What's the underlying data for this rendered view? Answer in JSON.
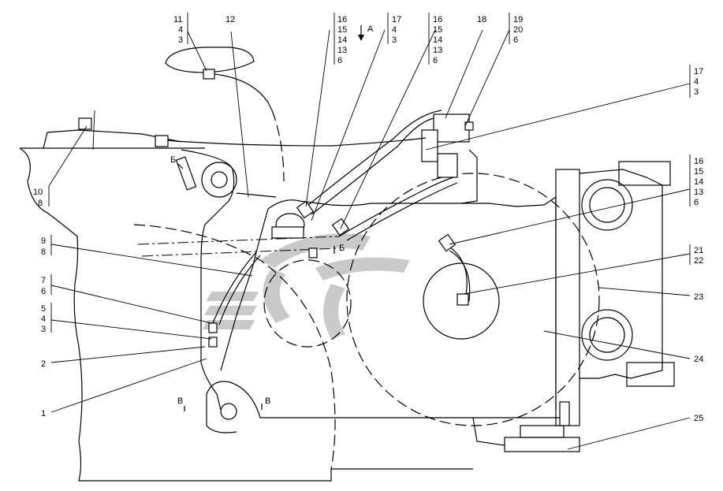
{
  "callouts": [
    {
      "id": "c-left-3",
      "lines": [
        "10",
        "8"
      ]
    },
    {
      "id": "c-left-2",
      "lines": [
        "9",
        "8"
      ]
    },
    {
      "id": "c-left-1",
      "lines": [
        "7",
        "6"
      ]
    },
    {
      "id": "c-left-0",
      "lines": [
        "5",
        "4",
        "3"
      ]
    },
    {
      "id": "c-left-4",
      "lines": [
        "2"
      ]
    },
    {
      "id": "c-left-5",
      "lines": [
        "1"
      ]
    },
    {
      "id": "c-top-0",
      "lines": [
        "11",
        "4",
        "3"
      ]
    },
    {
      "id": "c-top-1",
      "lines": [
        "12"
      ]
    },
    {
      "id": "c-top-2",
      "lines": [
        "16",
        "15",
        "14",
        "13",
        "6"
      ]
    },
    {
      "id": "c-top-3",
      "lines": [
        "17",
        "4",
        "3"
      ]
    },
    {
      "id": "c-top-4",
      "lines": [
        "16",
        "15",
        "14",
        "13",
        "6"
      ]
    },
    {
      "id": "c-top-5",
      "lines": [
        "18"
      ]
    },
    {
      "id": "c-top-6",
      "lines": [
        "19",
        "20",
        "6"
      ]
    },
    {
      "id": "c-right-0",
      "lines": [
        "17",
        "4",
        "3"
      ]
    },
    {
      "id": "c-right-1",
      "lines": [
        "16",
        "15",
        "14",
        "13",
        "6"
      ]
    },
    {
      "id": "c-right-2",
      "lines": [
        "21",
        "22"
      ]
    },
    {
      "id": "c-right-3",
      "lines": [
        "23"
      ]
    },
    {
      "id": "c-right-4",
      "lines": [
        "24"
      ]
    },
    {
      "id": "c-right-5",
      "lines": [
        "25"
      ]
    }
  ],
  "view_marks": {
    "a": "A",
    "b_left": "Б",
    "b_center": "Б",
    "v_left": "В",
    "v_right": "В"
  },
  "colors": {
    "line": "#000000",
    "background": "#ffffff",
    "watermark": "#b8b8b8"
  }
}
